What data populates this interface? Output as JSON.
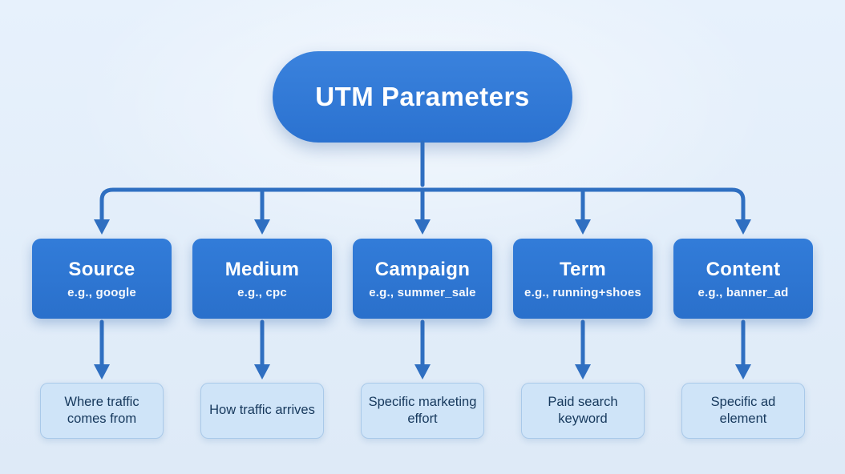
{
  "title": "UTM Parameters",
  "colors": {
    "node_blue": "#2e78d4",
    "connector_blue": "#2f6fc1",
    "description_fill": "#cfe4f8",
    "description_border": "#a9c9e9",
    "description_text": "#16385c",
    "background": "#e4eefa",
    "node_text": "#ffffff"
  },
  "columns": [
    {
      "title": "Source",
      "example": "e.g., google",
      "description": "Where traffic comes from"
    },
    {
      "title": "Medium",
      "example": "e.g., cpc",
      "description": "How traffic arrives"
    },
    {
      "title": "Campaign",
      "example": "e.g., summer_sale",
      "description": "Specific marketing effort"
    },
    {
      "title": "Term",
      "example": "e.g., running+shoes",
      "description": "Paid search keyword"
    },
    {
      "title": "Content",
      "example": "e.g., banner_ad",
      "description": "Specific ad element"
    }
  ]
}
